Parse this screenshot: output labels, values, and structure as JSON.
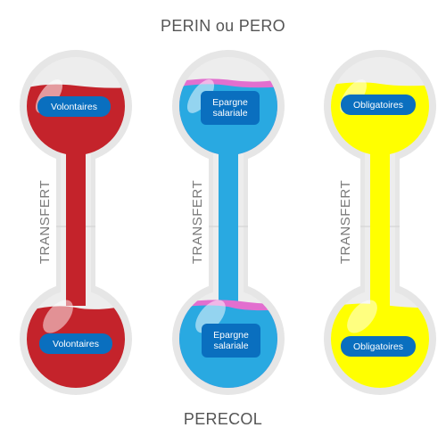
{
  "title_top": "PERIN ou PERO",
  "title_bottom": "PERECOL",
  "colors": {
    "red": "#c4232b",
    "blue": "#29a9e1",
    "yellow": "#ffff00",
    "pink": "#e26fcf",
    "glass": "#d9d9d9",
    "badge": "#0a6fbf"
  },
  "tubes": [
    {
      "color_key": "red",
      "top_label": "Volontaires",
      "bottom_label": "Volontaires",
      "transfer_label": "TRANSFERT"
    },
    {
      "color_key": "blue",
      "top_label": "Epargne salariale",
      "bottom_label": "Epargne salariale",
      "transfer_label": "TRANSFERT"
    },
    {
      "color_key": "yellow",
      "top_label": "Obligatoires",
      "bottom_label": "Obligatoires",
      "transfer_label": "TRANSFERT"
    }
  ]
}
